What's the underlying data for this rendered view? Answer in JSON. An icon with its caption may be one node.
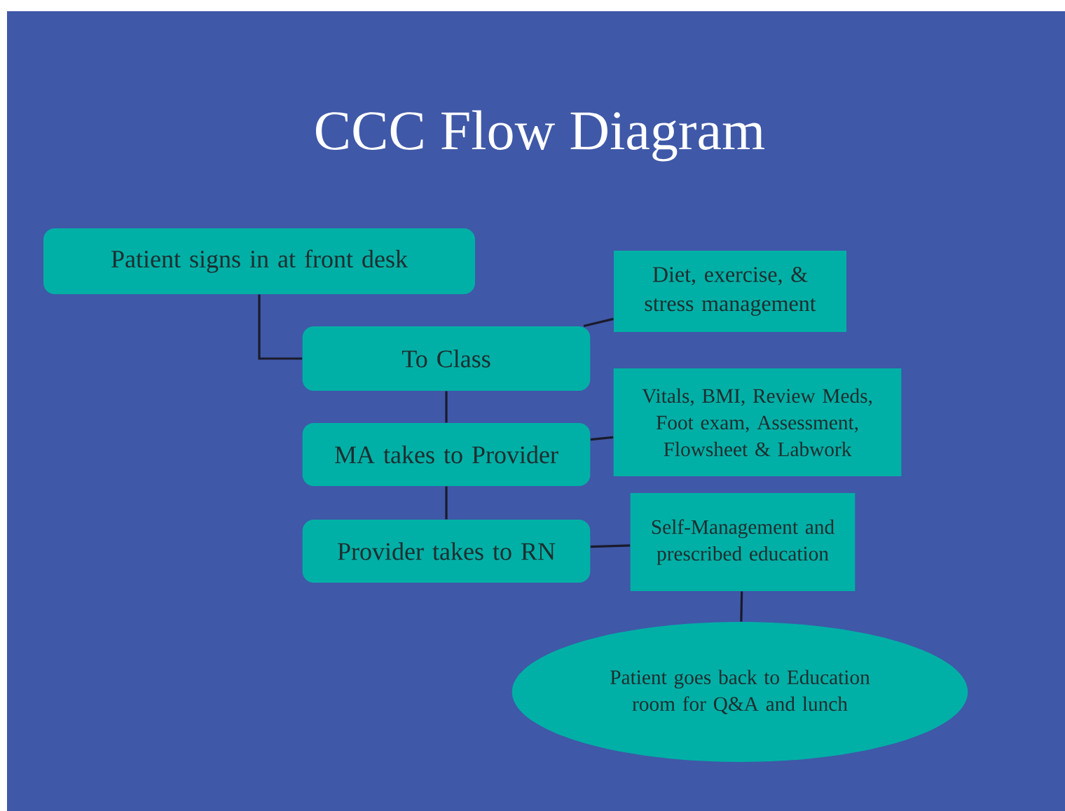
{
  "diagram": {
    "title": "CCC Flow Diagram",
    "nodes": [
      {
        "text": [
          "Patient signs in at front desk"
        ]
      },
      {
        "text": [
          "To Class"
        ]
      },
      {
        "text": [
          "MA takes to Provider"
        ]
      },
      {
        "text": [
          "Provider takes to RN"
        ]
      },
      {
        "text": [
          "Diet, exercise, & stress management"
        ]
      },
      {
        "text": [
          "Vitals, BMI, Review Meds, Foot exam, Assessment, Flowsheet & Labwork"
        ]
      },
      {
        "text": [
          "Self-Management and prescribed education"
        ]
      },
      {
        "text": [
          "Patient goes back to Education room for Q&A and lunch"
        ]
      }
    ],
    "edges": [
      {
        "from": 0,
        "to": 1,
        "arrow": "none"
      },
      {
        "from": 1,
        "to": 2,
        "arrow": "none"
      },
      {
        "from": 2,
        "to": 3,
        "arrow": "none"
      },
      {
        "from": 1,
        "to": 4,
        "arrow": "none"
      },
      {
        "from": 2,
        "to": 5,
        "arrow": "none"
      },
      {
        "from": 3,
        "to": 6,
        "arrow": "none"
      },
      {
        "from": 6,
        "to": 7,
        "arrow": "none"
      }
    ]
  }
}
